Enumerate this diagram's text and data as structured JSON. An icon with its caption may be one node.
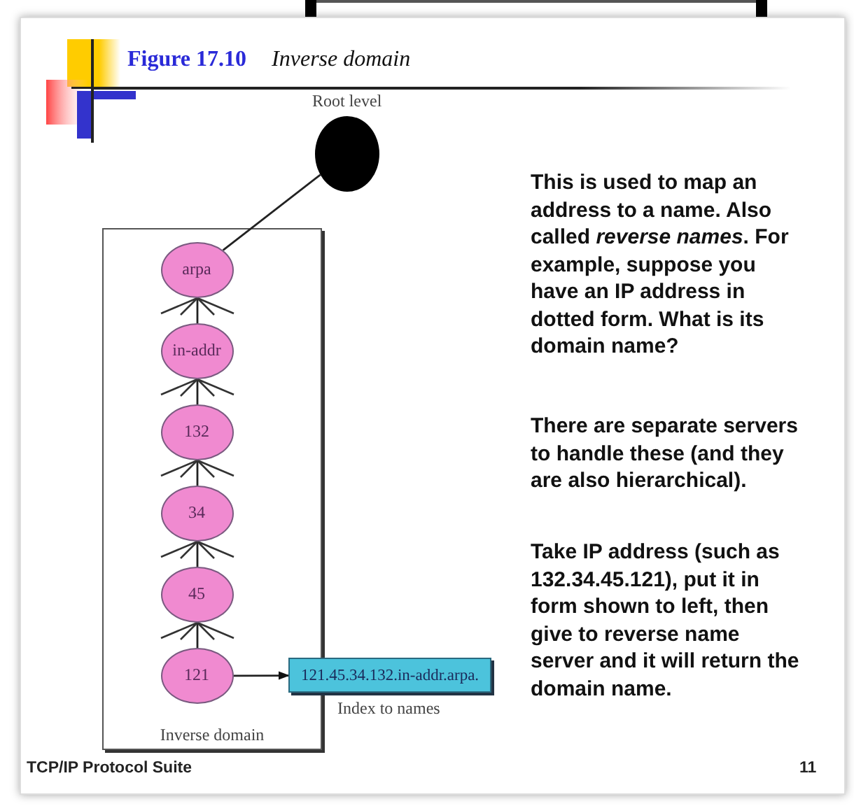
{
  "diagram": {
    "title": "**Figure 17.10** *Inverse domain*",
    "nodes": [
      {
        "text": [],
        "shape": "circle",
        "beside": [
          "Root level"
        ]
      },
      {
        "text": [
          "Inverse domain"
        ]
      },
      {
        "text": [
          "arpa"
        ],
        "in": 1
      },
      {
        "text": [
          "in-addr"
        ],
        "in": 1
      },
      {
        "text": [
          "132"
        ],
        "in": 1
      },
      {
        "text": [
          "34"
        ],
        "in": 1
      },
      {
        "text": [
          "45"
        ],
        "in": 1
      },
      {
        "text": [
          "121"
        ],
        "in": 1
      },
      {
        "text": [
          "121.45.34.132.in-addr.arpa."
        ],
        "beside": [
          "Index to names"
        ]
      }
    ],
    "edges": [
      {
        "from": 0,
        "to": 2,
        "arrow": "none"
      },
      {
        "from": 2,
        "to": 3,
        "arrow": "none"
      },
      {
        "from": 3,
        "to": 4,
        "arrow": "none"
      },
      {
        "from": 4,
        "to": 5,
        "arrow": "none"
      },
      {
        "from": 5,
        "to": 6,
        "arrow": "none"
      },
      {
        "from": 6,
        "to": 7,
        "arrow": "none"
      },
      {
        "from": 7,
        "to": 8,
        "arrow": "to"
      }
    ],
    "labels": [
      "This is used to map an address to a name. Also called *reverse names*. For example, suppose you have an IP address in dotted form. What is its domain name?",
      "There are separate servers to handle these (and they are also hierarchical).",
      "Take IP address (such as 132.34.45.121), put it in form shown to left, then give to reverse name server and it will return the domain name.",
      "TCP/IP Protocol Suite",
      "11"
    ]
  }
}
